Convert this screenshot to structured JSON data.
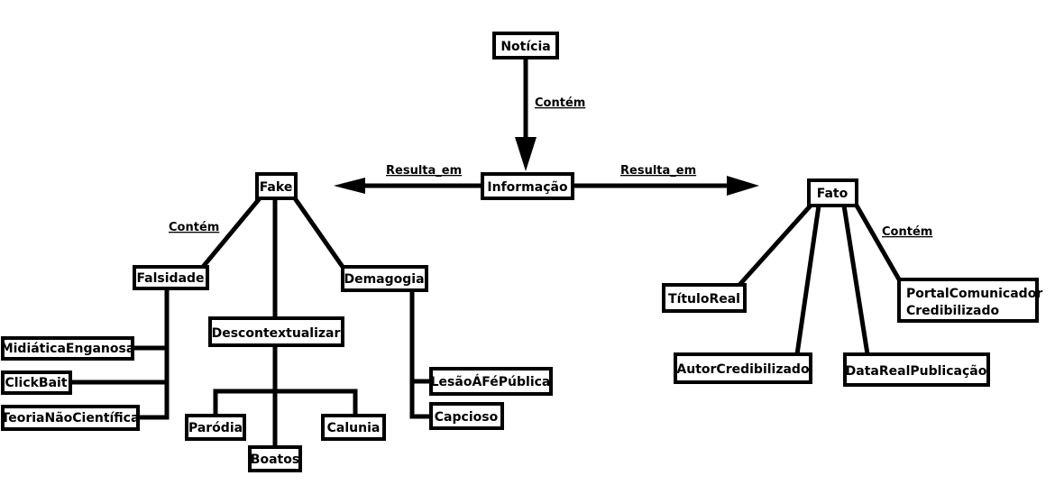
{
  "nodes": {
    "noticia": "Notícia",
    "informacao": "Informação",
    "fake": "Fake",
    "fato": "Fato",
    "falsidade": "Falsidade",
    "descontextualizar": "Descontextualizar",
    "demagogia": "Demagogia",
    "midiatica": "MidiáticaEnganosa",
    "clickbait": "ClickBait",
    "teoria": "TeoriaNãoCientífica",
    "parodia": "Paródia",
    "boatos": "Boatos",
    "calunia": "Calunia",
    "lesao": "LesãoÁFéPública",
    "capcioso": "Capcioso",
    "titulo": "TítuloReal",
    "autor": "AutorCredibilizado",
    "data_real": "DataRealPublicação",
    "portal_line1": "PortalComunicador",
    "portal_line2": "Credibilizado"
  },
  "edge_labels": {
    "noticia_contem": "Contém",
    "resulta_em_left": "Resulta_em",
    "resulta_em_right": "Resulta_em",
    "fake_contem": "Contém",
    "fato_contem": "Contém"
  },
  "colors": {
    "stroke": "#000000",
    "background": "#ffffff"
  }
}
